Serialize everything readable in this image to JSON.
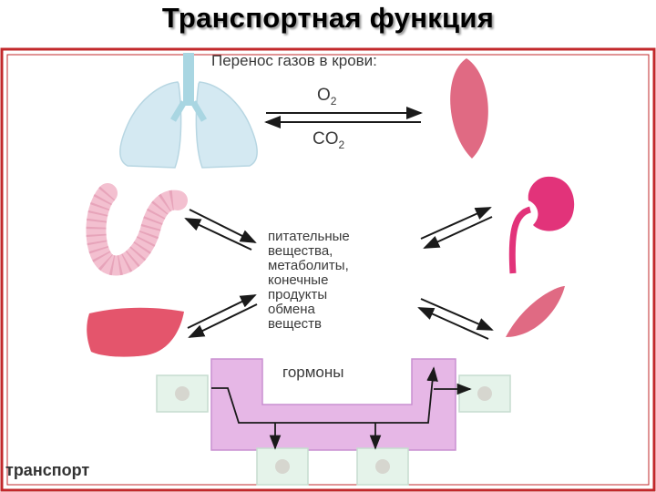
{
  "title": "Транспортная функция",
  "gas_transport": {
    "heading": "Перенос газов в крови:",
    "o2": "O",
    "o2_sub": "2",
    "co2": "CO",
    "co2_sub": "2"
  },
  "nutrients_lines": [
    "питательные",
    "вещества,",
    "метаболиты,",
    "конечные",
    "продукты",
    "обмена",
    "веществ"
  ],
  "hormones_label": "гормоны",
  "transport_label": "транспорт",
  "colors": {
    "frame_red": "#c2282b",
    "lung_blue": "#d4e9f2",
    "trachea_blue": "#a9d6e2",
    "muscle_pink": "#e06a83",
    "intestine_pink": "#f3c0d0",
    "kidney_magenta": "#e2337a",
    "liver_red": "#e4556c",
    "vessel_violet": "#e6b7e6",
    "cell_green": "#e5f3ea",
    "arrow_dark": "#1a1a1a"
  }
}
